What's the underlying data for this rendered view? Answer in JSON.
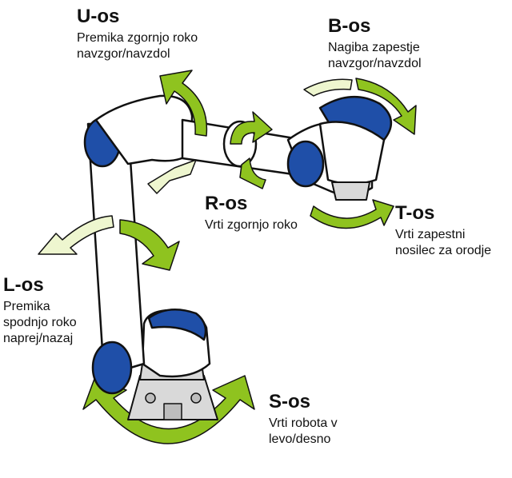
{
  "colors": {
    "arm_body": "#ffffff",
    "arm_outline": "#111111",
    "joint_cap": "#1f4fa8",
    "arrow_fill": "#8fc31f",
    "arrow_light": "#eef6cf",
    "base_grey": "#d9d9d9"
  },
  "axes": [
    {
      "id": "u",
      "title": "U-os",
      "description": "Premika zgornjo roko\nnavzgor/navzdol"
    },
    {
      "id": "b",
      "title": "B-os",
      "description": "Nagiba zapestje\nnavzgor/navzdol"
    },
    {
      "id": "r",
      "title": "R-os",
      "description": "Vrti zgornjo roko"
    },
    {
      "id": "t",
      "title": "T-os",
      "description": "Vrti zapestni\nnosilec za orodje"
    },
    {
      "id": "l",
      "title": "L-os",
      "description": "Premika\nspodnjo roko\nnaprej/nazaj"
    },
    {
      "id": "s",
      "title": "S-os",
      "description": "Vrti robota v\nlevo/desno"
    }
  ]
}
